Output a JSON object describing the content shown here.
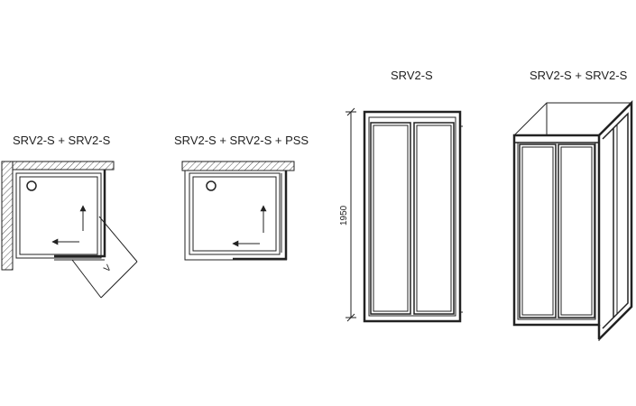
{
  "diagrams": {
    "corner_entry": {
      "label": "SRV2-S + SRV2-S",
      "dimension_label": "V"
    },
    "corner_with_pss": {
      "label": "SRV2-S + SRV2-S + PSS"
    },
    "front_door": {
      "label": "SRV2-S",
      "height_label": "1950"
    },
    "enclosure_3d": {
      "label": "SRV2-S + SRV2-S"
    }
  },
  "colors": {
    "line": "#222222",
    "hatch": "#555555",
    "background": "#ffffff"
  }
}
